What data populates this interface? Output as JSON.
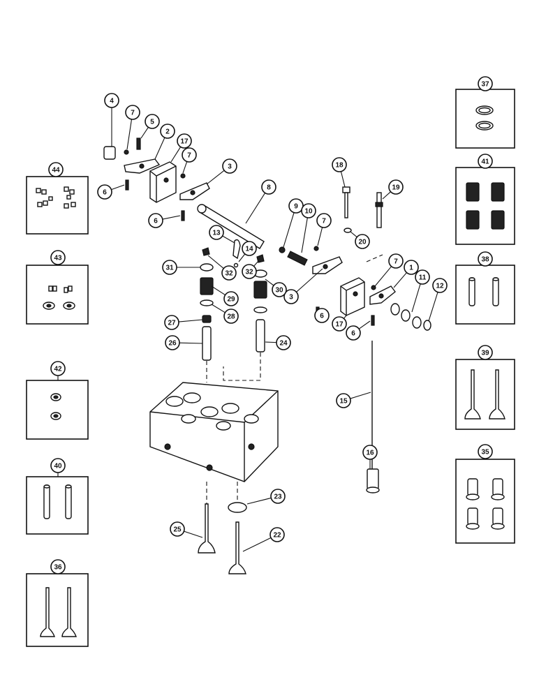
{
  "diagram": {
    "callouts": [
      "1",
      "2",
      "3",
      "3",
      "4",
      "5",
      "6",
      "6",
      "6",
      "6",
      "7",
      "7",
      "7",
      "7",
      "8",
      "9",
      "10",
      "11",
      "12",
      "13",
      "14",
      "15",
      "16",
      "17",
      "17",
      "18",
      "19",
      "20",
      "22",
      "23",
      "24",
      "25",
      "26",
      "27",
      "28",
      "29",
      "30",
      "31",
      "32",
      "32",
      "35",
      "36",
      "37",
      "38",
      "39",
      "40",
      "41",
      "42",
      "43",
      "44"
    ],
    "colors": {
      "ink": "#111111",
      "paper": "#ffffff"
    }
  }
}
